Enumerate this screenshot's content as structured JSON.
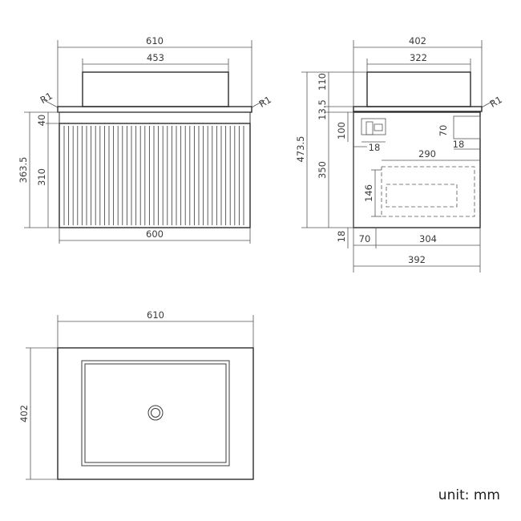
{
  "front_view": {
    "top_width": "610",
    "basin_width": "453",
    "cabinet_width": "600",
    "total_height": "363.5",
    "cabinet_height": "310",
    "top_thickness": "40",
    "radius_left": "R1",
    "radius_right": "R1"
  },
  "side_view": {
    "top_depth": "402",
    "basin_depth": "322",
    "basin_height": "110",
    "top_thickness": "13.5",
    "total_height": "473.5",
    "cabinet_height": "350",
    "pipe_height": "100",
    "pipe_offset": "18",
    "wall_gap": "70",
    "wall_offset": "18",
    "inner_width": "290",
    "drawer_height": "146",
    "bottom_offset": "18",
    "back_gap": "70",
    "drawer_depth": "304",
    "cabinet_depth": "392",
    "radius": "R1"
  },
  "top_view": {
    "width": "610",
    "depth": "402"
  },
  "unit_label": "unit: mm"
}
